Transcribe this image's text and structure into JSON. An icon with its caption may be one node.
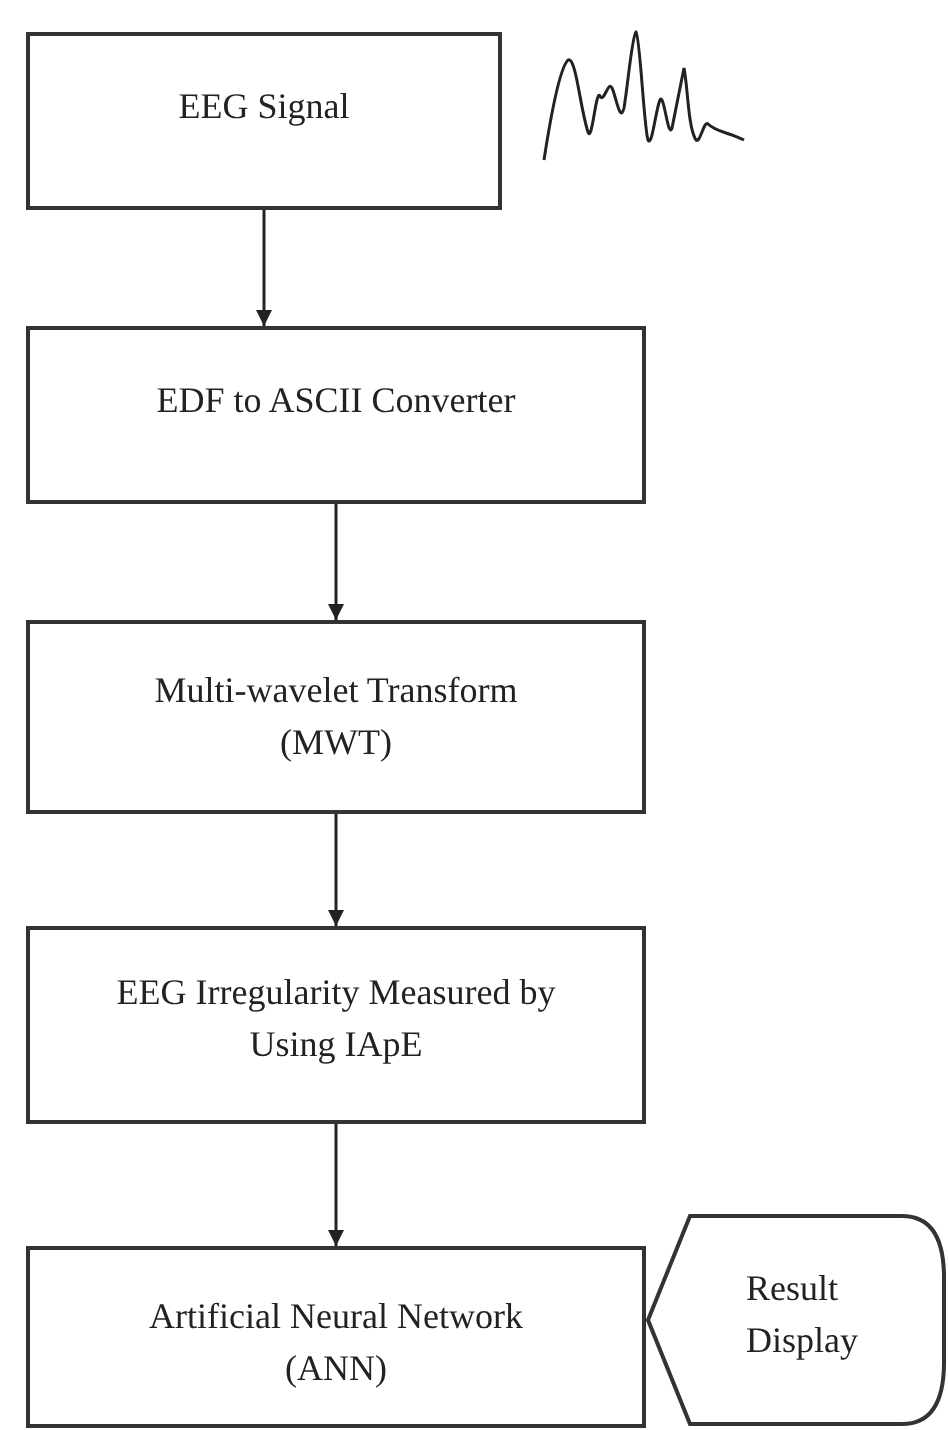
{
  "diagram": {
    "nodes": [
      {
        "text": [
          "EEG Signal"
        ]
      },
      {
        "text": [
          "EDF to ASCII Converter"
        ]
      },
      {
        "text": [
          "Multi-wavelet Transform (MWT)"
        ]
      },
      {
        "text": [
          "EEG Irregularity Measured by Using IApE"
        ]
      },
      {
        "text": [
          "Artificial Neural Network (ANN)"
        ]
      },
      {
        "text": [
          "Result Display"
        ]
      }
    ],
    "edges": [
      {
        "from": 0,
        "to": 1,
        "arrow": "to"
      },
      {
        "from": 1,
        "to": 2,
        "arrow": "to"
      },
      {
        "from": 2,
        "to": 3,
        "arrow": "to"
      },
      {
        "from": 3,
        "to": 4,
        "arrow": "to"
      }
    ]
  }
}
